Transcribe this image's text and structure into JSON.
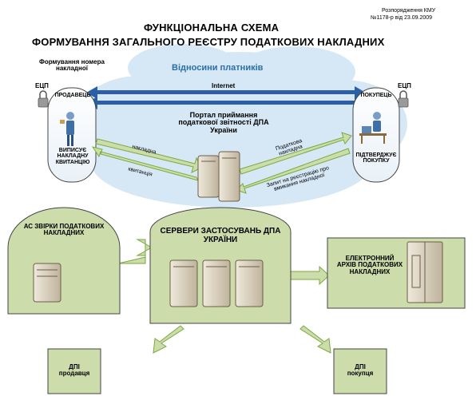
{
  "header": {
    "title_line1": "ФУНКЦІОНАЛЬНА СХЕМА",
    "title_line2": "ФОРМУВАННЯ ЗАГАЛЬНОГО РЕЄСТРУ ПОДАТКОВИХ НАКЛАДНИХ",
    "note_line1": "Розпорядження КМУ",
    "note_line2": "№1178-р від 23.09.2009"
  },
  "cloud": {
    "label": "Відносини платників",
    "internet": "Internet"
  },
  "seller": {
    "numbering": "Формування номера накладної",
    "eds": "ЕЦП",
    "name": "ПРОДАВЕЦЬ",
    "action": "ВИПИСУЄ НАКЛАДНУ КВИТАНЦІЮ"
  },
  "buyer": {
    "eds": "ЕЦП",
    "name": "ПОКУПЕЦЬ",
    "action": "ПІДТВЕРДЖУЄ ПОКУПКУ"
  },
  "portal": {
    "label": "Портал приймання податкової звітності ДПА України"
  },
  "flows": {
    "invoice": "накладна",
    "receipt": "квитанція",
    "tax_invoice": "Податкова накладна",
    "query": "Запит на реєстрацію про вмикання накладної"
  },
  "servers": {
    "label": "СЕРВЕРИ ЗАСТОСУВАНЬ ДПА УКРАЇНИ"
  },
  "reconciliation": {
    "label": "АС ЗВІРКИ ПОДАТКОВИХ НАКЛАДНИХ"
  },
  "archive": {
    "label": "ЕЛЕКТРОННИЙ АРХІВ ПОДАТКОВИХ НАКЛАДНИХ"
  },
  "dpi_seller": {
    "label": "ДПІ продавця"
  },
  "dpi_buyer": {
    "label": "ДПІ покупця"
  },
  "colors": {
    "cloud": "#d6e8f6",
    "panel": "#ccdcaa",
    "arrow": "#7aaa3e",
    "server": "#d8d0c0",
    "internet_arrow": "#2b5fa8"
  }
}
